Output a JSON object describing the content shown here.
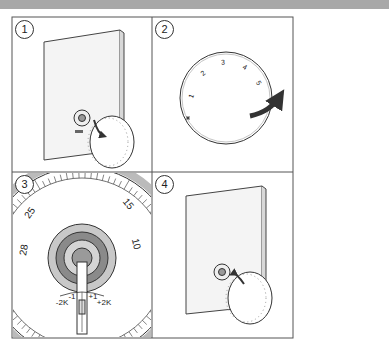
{
  "diagram": {
    "nodes": [
      {
        "text": [
          "1"
        ]
      },
      {
        "text": [
          "2"
        ]
      },
      {
        "text": [
          "3"
        ]
      },
      {
        "text": [
          "4"
        ]
      }
    ],
    "labels": [
      "1",
      "2",
      "3",
      "4",
      "5",
      "25",
      "28",
      "15",
      "10",
      "-2K",
      "-1",
      "+1",
      "+2K"
    ]
  }
}
